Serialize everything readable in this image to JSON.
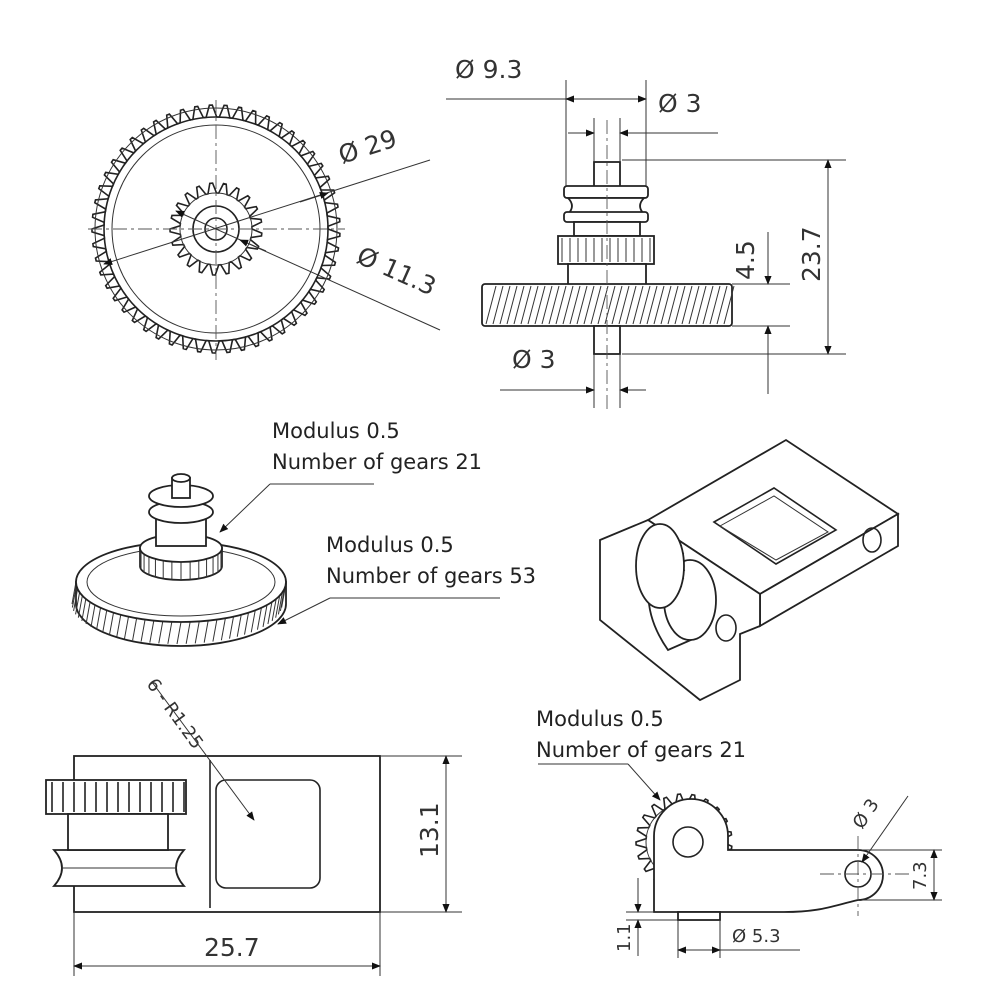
{
  "dimensions": {
    "big_gear_diameter": "Ø 29",
    "small_gear_diameter": "Ø 11.3",
    "hub_diameter": "Ø 9.3",
    "shaft_top_diameter": "Ø 3",
    "shaft_bottom_diameter": "Ø 3",
    "overall_height": "23.7",
    "gear_offset": "4.5",
    "bracket_fillet": "6 - R1.25",
    "bracket_height": "13.1",
    "bracket_length": "25.7",
    "hole_diameter": "Ø 3",
    "arm_height": "7.3",
    "base_offset": "1.1",
    "boss_diameter": "Ø 5.3"
  },
  "callouts": {
    "pinion_top": {
      "modulus": "Modulus 0.5",
      "teeth": "Number of gears 21"
    },
    "main_gear": {
      "modulus": "Modulus 0.5",
      "teeth": "Number of gears 53"
    },
    "bracket_pinion": {
      "modulus": "Modulus 0.5",
      "teeth": "Number of gears 21"
    }
  }
}
